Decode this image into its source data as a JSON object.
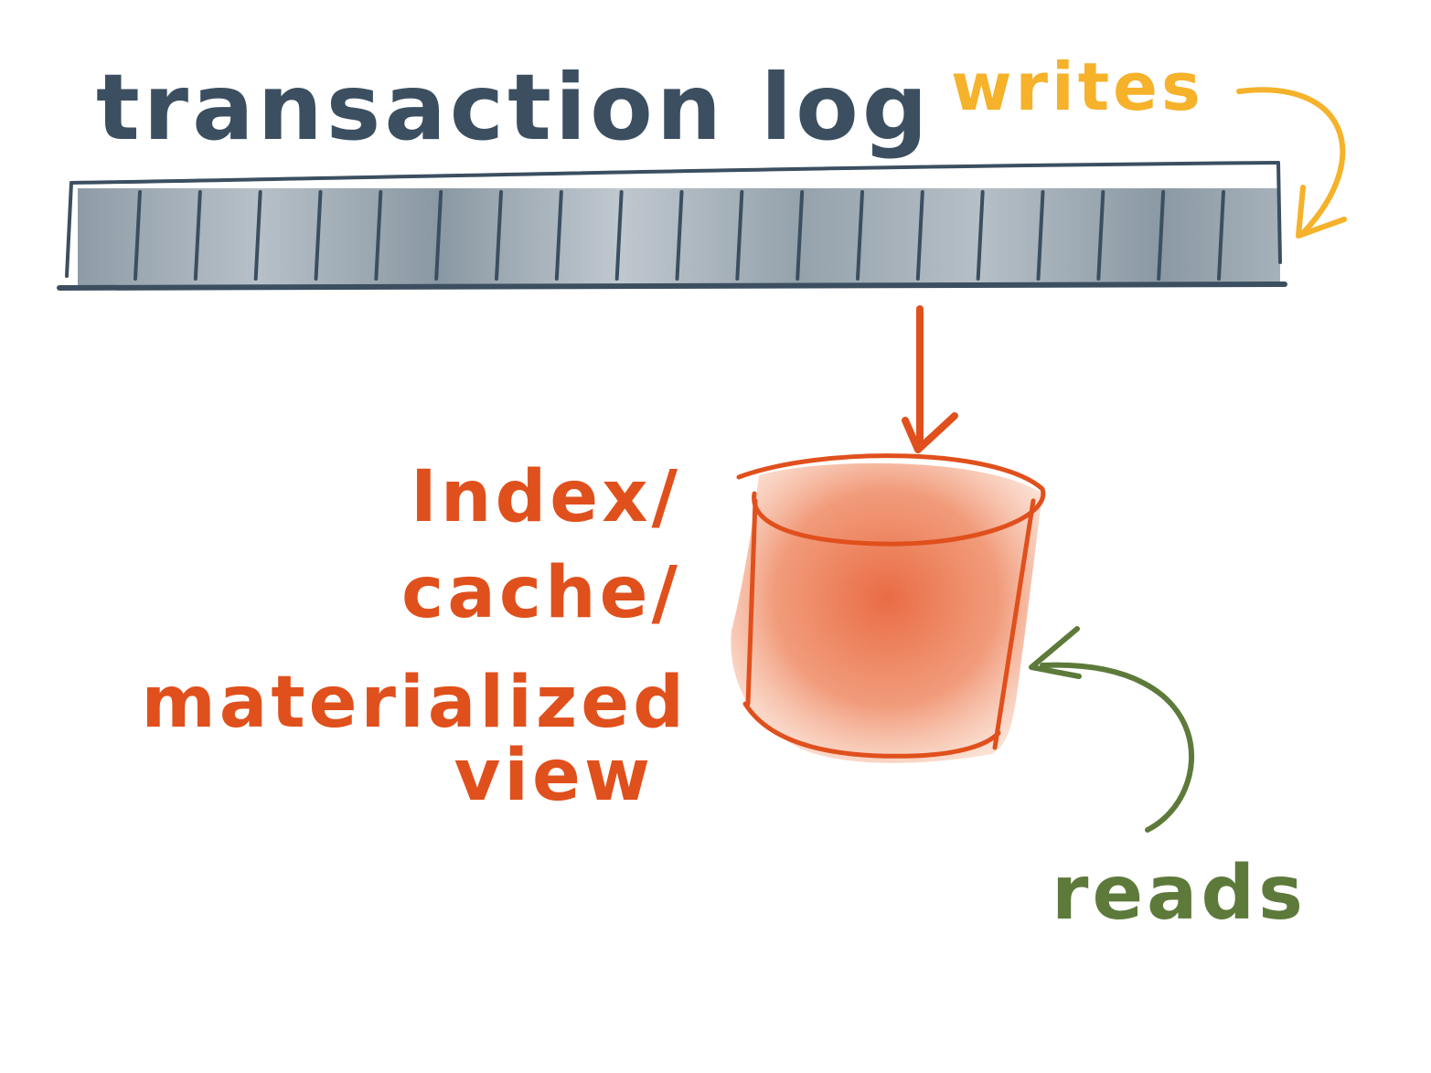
{
  "labels": {
    "log_title": "transaction log",
    "writes": "writes",
    "reads": "reads",
    "store_lines": [
      "Index/",
      "cache/",
      "materialized",
      "view"
    ]
  },
  "colors": {
    "log": "#3b4f60",
    "log_fill": "#8d9ba6",
    "writes": "#f5b22a",
    "store": "#e0501c",
    "store_fill": "#ee7a50",
    "reads": "#5d7a3a"
  },
  "log": {
    "segment_count": 19
  }
}
